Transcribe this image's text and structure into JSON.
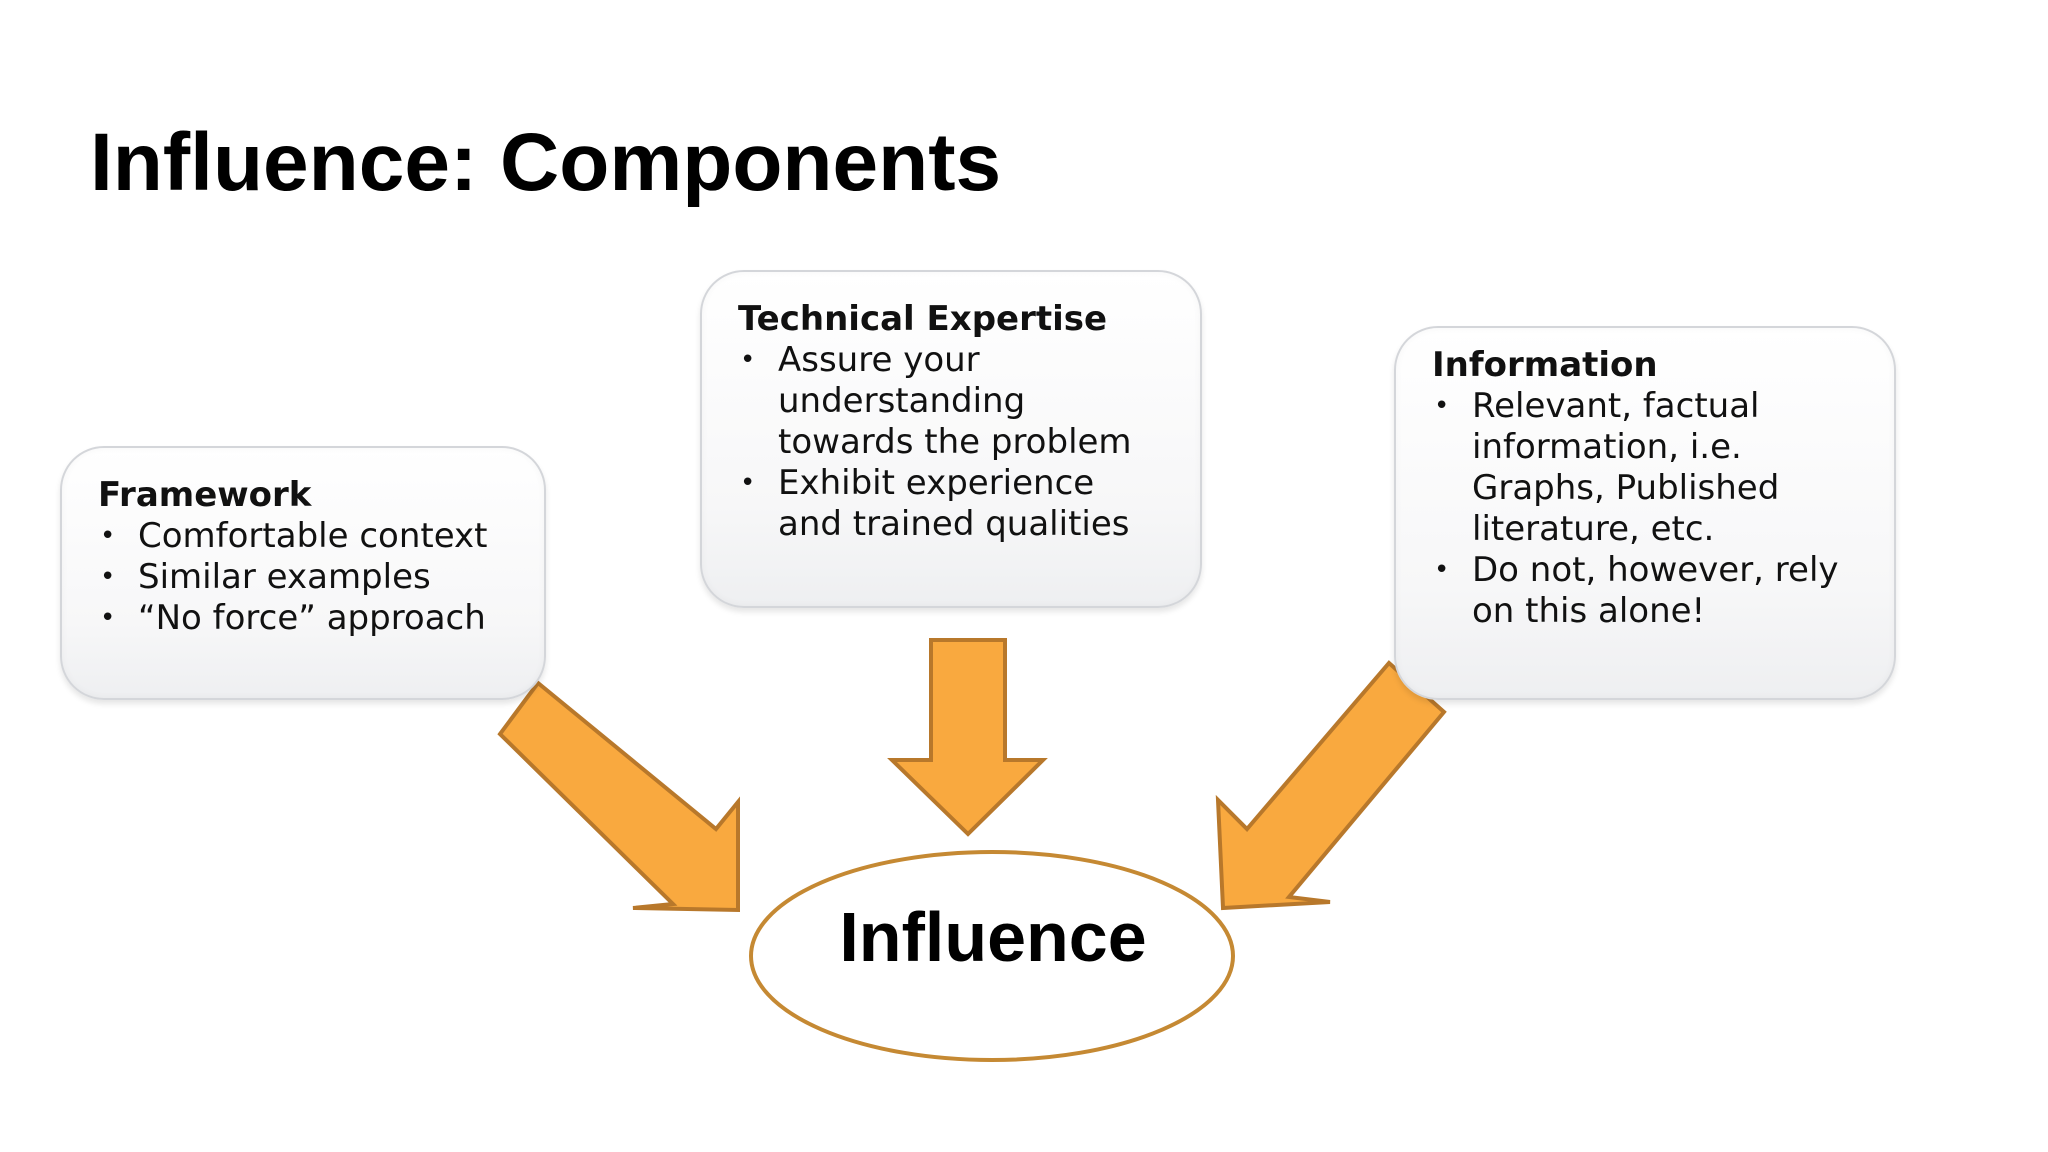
{
  "slide": {
    "title": "Influence: Components"
  },
  "boxes": {
    "framework": {
      "heading": "Framework",
      "items": [
        "Comfortable context",
        "Similar examples",
        "“No force” approach"
      ]
    },
    "technical": {
      "heading": "Technical Expertise",
      "items": [
        "Assure your understanding towards the problem",
        "Exhibit experience and trained qualities"
      ]
    },
    "information": {
      "heading": "Information",
      "items": [
        "Relevant, factual information, i.e. Graphs, Published literature, etc.",
        "Do not, however, rely on this alone!"
      ]
    }
  },
  "center": {
    "label": "Influence"
  },
  "colors": {
    "arrow_fill": "#F9A93F",
    "arrow_stroke": "#B8782B",
    "oval_stroke": "#C58933",
    "box_border": "#D4D6DA"
  }
}
